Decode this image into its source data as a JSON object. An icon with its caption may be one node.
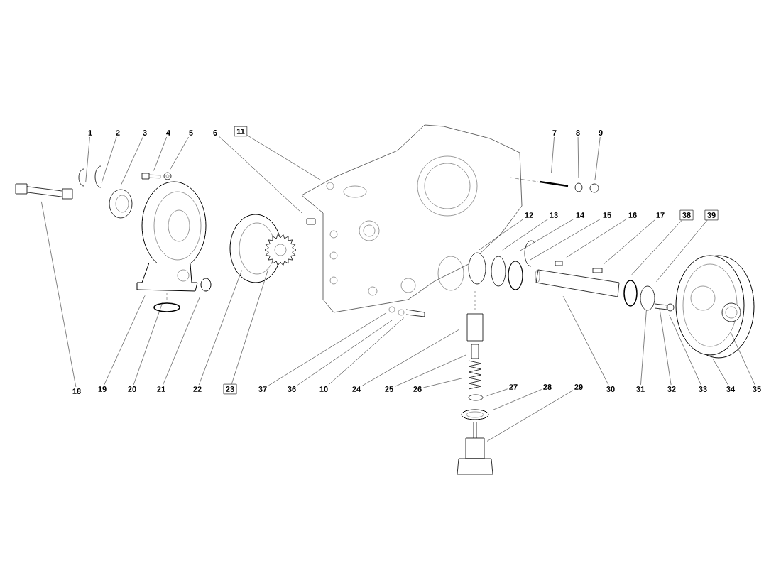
{
  "diagram": {
    "nodes": [
      {
        "text": [
          "1"
        ]
      },
      {
        "text": [
          "2"
        ]
      },
      {
        "text": [
          "3"
        ]
      },
      {
        "text": [
          "4"
        ]
      },
      {
        "text": [
          "5"
        ]
      },
      {
        "text": [
          "6"
        ]
      },
      {
        "text": [
          "11"
        ]
      },
      {
        "text": [
          "7"
        ]
      },
      {
        "text": [
          "8"
        ]
      },
      {
        "text": [
          "9"
        ]
      },
      {
        "text": [
          "12"
        ]
      },
      {
        "text": [
          "13"
        ]
      },
      {
        "text": [
          "14"
        ]
      },
      {
        "text": [
          "15"
        ]
      },
      {
        "text": [
          "16"
        ]
      },
      {
        "text": [
          "17"
        ]
      },
      {
        "text": [
          "38"
        ]
      },
      {
        "text": [
          "39"
        ]
      },
      {
        "text": [
          "18"
        ]
      },
      {
        "text": [
          "19"
        ]
      },
      {
        "text": [
          "20"
        ]
      },
      {
        "text": [
          "21"
        ]
      },
      {
        "text": [
          "22"
        ]
      },
      {
        "text": [
          "23"
        ]
      },
      {
        "text": [
          "37"
        ]
      },
      {
        "text": [
          "36"
        ]
      },
      {
        "text": [
          "10"
        ]
      },
      {
        "text": [
          "24"
        ]
      },
      {
        "text": [
          "25"
        ]
      },
      {
        "text": [
          "26"
        ]
      },
      {
        "text": [
          "27"
        ]
      },
      {
        "text": [
          "28"
        ]
      },
      {
        "text": [
          "29"
        ]
      },
      {
        "text": [
          "30"
        ]
      },
      {
        "text": [
          "31"
        ]
      },
      {
        "text": [
          "32"
        ]
      },
      {
        "text": [
          "33"
        ]
      },
      {
        "text": [
          "34"
        ]
      },
      {
        "text": [
          "35"
        ]
      }
    ],
    "edges": [
      {
        "from": 0,
        "to": null,
        "arrow": "none"
      },
      {
        "from": 1,
        "to": null,
        "arrow": "none"
      },
      {
        "from": 2,
        "to": null,
        "arrow": "none"
      },
      {
        "from": 3,
        "to": null,
        "arrow": "none"
      },
      {
        "from": 4,
        "to": null,
        "arrow": "none"
      },
      {
        "from": 5,
        "to": null,
        "arrow": "none"
      },
      {
        "from": 6,
        "to": null,
        "arrow": "none"
      },
      {
        "from": 7,
        "to": null,
        "arrow": "none"
      },
      {
        "from": 8,
        "to": null,
        "arrow": "none"
      },
      {
        "from": 9,
        "to": null,
        "arrow": "none"
      },
      {
        "from": 10,
        "to": null,
        "arrow": "none"
      },
      {
        "from": 11,
        "to": null,
        "arrow": "none"
      },
      {
        "from": 12,
        "to": null,
        "arrow": "none"
      },
      {
        "from": 13,
        "to": null,
        "arrow": "none"
      },
      {
        "from": 14,
        "to": null,
        "arrow": "none"
      },
      {
        "from": 15,
        "to": null,
        "arrow": "none"
      },
      {
        "from": 16,
        "to": null,
        "arrow": "none"
      },
      {
        "from": 17,
        "to": null,
        "arrow": "none"
      },
      {
        "from": 18,
        "to": null,
        "arrow": "none"
      },
      {
        "from": 19,
        "to": null,
        "arrow": "none"
      },
      {
        "from": 20,
        "to": null,
        "arrow": "none"
      },
      {
        "from": 21,
        "to": null,
        "arrow": "none"
      },
      {
        "from": 22,
        "to": null,
        "arrow": "none"
      },
      {
        "from": 23,
        "to": null,
        "arrow": "none"
      },
      {
        "from": 24,
        "to": null,
        "arrow": "none"
      },
      {
        "from": 25,
        "to": null,
        "arrow": "none"
      },
      {
        "from": 26,
        "to": null,
        "arrow": "none"
      },
      {
        "from": 27,
        "to": null,
        "arrow": "none"
      },
      {
        "from": 28,
        "to": null,
        "arrow": "none"
      },
      {
        "from": 29,
        "to": null,
        "arrow": "none"
      },
      {
        "from": 30,
        "to": null,
        "arrow": "none"
      },
      {
        "from": 31,
        "to": null,
        "arrow": "none"
      },
      {
        "from": 32,
        "to": null,
        "arrow": "none"
      },
      {
        "from": 33,
        "to": null,
        "arrow": "none"
      },
      {
        "from": 34,
        "to": null,
        "arrow": "none"
      },
      {
        "from": 35,
        "to": null,
        "arrow": "none"
      },
      {
        "from": 36,
        "to": null,
        "arrow": "none"
      },
      {
        "from": 37,
        "to": null,
        "arrow": "none"
      },
      {
        "from": 38,
        "to": null,
        "arrow": "none"
      }
    ]
  }
}
